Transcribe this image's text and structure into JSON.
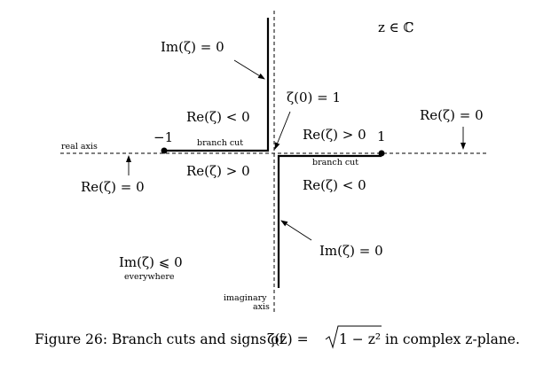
{
  "set_label": "z ∈ ℂ",
  "labels": {
    "im_zero_top": "Im(ζ) = 0",
    "zeta_zero": "ζ(0) = 1",
    "re_neg_upper": "Re(ζ) < 0",
    "re_pos_upper": "Re(ζ) > 0",
    "re_pos_lower": "Re(ζ) > 0",
    "re_neg_lower": "Re(ζ) < 0",
    "re_zero_right": "Re(ζ) = 0",
    "re_zero_left": "Re(ζ) = 0",
    "im_zero_bottom": "Im(ζ) = 0",
    "im_le_zero": "Im(ζ) ⩽ 0",
    "everywhere": "everywhere",
    "minus_one": "−1",
    "plus_one": "1",
    "branch_cut_left": "branch cut",
    "branch_cut_right": "branch cut",
    "real_axis": "real axis",
    "imaginary_axis_line1": "imaginary",
    "imaginary_axis_line2": "axis"
  },
  "caption": {
    "prefix": "Figure 26: Branch cuts and signs of ",
    "formula_lhs": "ζ(z) = ",
    "formula_radicand": "1 − z²",
    "suffix": " in complex z-plane."
  }
}
